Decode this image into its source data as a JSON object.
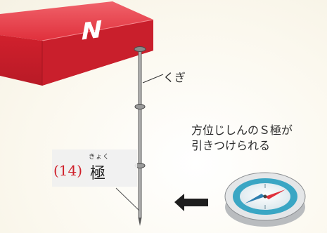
{
  "magnet": {
    "pole_letter": "N",
    "color": "#e0303c"
  },
  "nail": {
    "label": "くぎ"
  },
  "compass_caption": {
    "line1": "方位じしんのＳ極が",
    "line2": "引きつけられる"
  },
  "question": {
    "number": "(14)",
    "answer": "極",
    "ruby": "きょく"
  },
  "colors": {
    "magnet": "#e0303c",
    "compass_ring": "#3aa6c4",
    "question_number": "#d0202a"
  }
}
